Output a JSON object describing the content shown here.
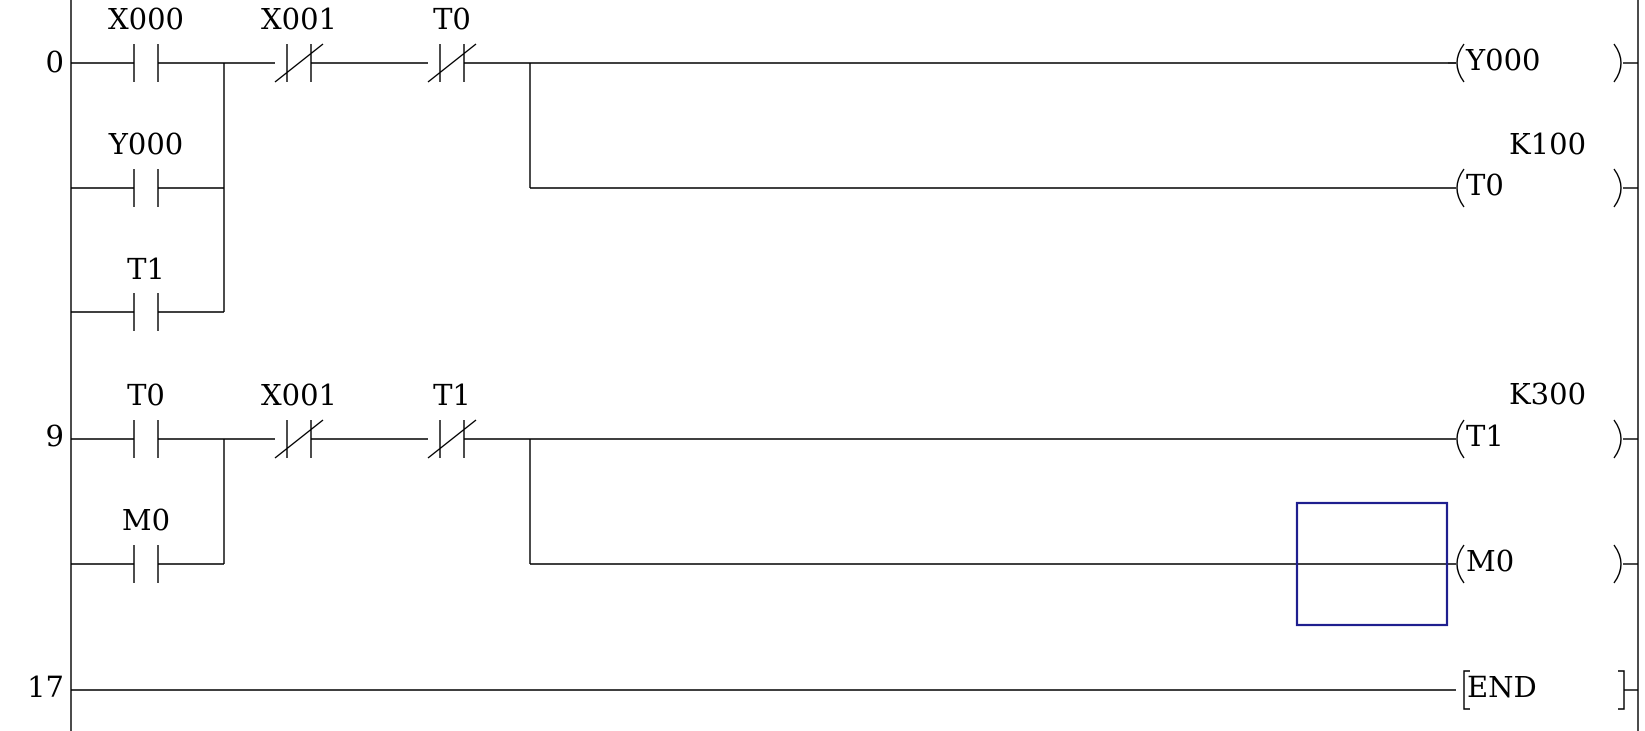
{
  "ladder": {
    "rungs": [
      {
        "step": "0",
        "branches": [
          "X000",
          "Y000",
          "T1"
        ],
        "series": [
          "X001",
          "T0"
        ],
        "outputs": [
          {
            "name": "Y000",
            "preset": ""
          },
          {
            "name": "T0",
            "preset": "K100"
          }
        ]
      },
      {
        "step": "9",
        "branches": [
          "T0",
          "M0"
        ],
        "series": [
          "X001",
          "T1"
        ],
        "outputs": [
          {
            "name": "T1",
            "preset": "K300"
          },
          {
            "name": "M0",
            "preset": ""
          }
        ]
      },
      {
        "step": "17",
        "instruction": "END"
      }
    ]
  }
}
